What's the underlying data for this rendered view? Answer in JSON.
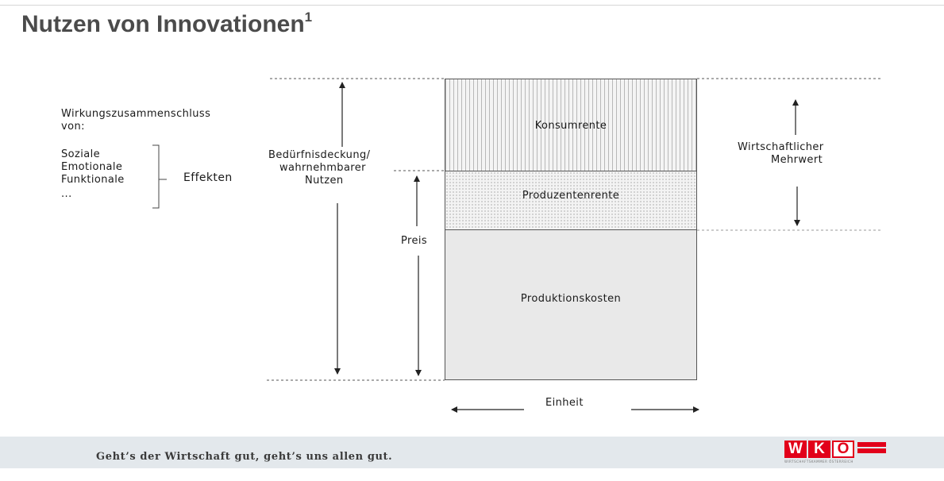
{
  "slide": {
    "title": "Nutzen von Innovationen",
    "title_footnote": "1"
  },
  "left_panel": {
    "heading_line1": "Wirkungszusammenschluss",
    "heading_line2": "von:",
    "items": [
      "Soziale",
      "Emotionale",
      "Funktionale",
      "..."
    ],
    "bracket_label": "Effekten"
  },
  "diagram": {
    "need_label_line1": "Bedürfnisdeckung/",
    "need_label_line2": "wahrnehmbarer",
    "need_label_line3": "Nutzen",
    "price_label": "Preis",
    "segments": {
      "consumer_surplus": "Konsumrente",
      "producer_surplus": "Produzentenrente",
      "production_costs": "Produktionskosten"
    },
    "value_added_line1": "Wirtschaftlicher",
    "value_added_line2": "Mehrwert",
    "unit_label": "Einheit"
  },
  "footer": {
    "slogan": "Geht’s der Wirtschaft gut, geht’s uns allen gut.",
    "logo_letters": [
      "W",
      "K",
      "O"
    ],
    "logo_subtitle": "WIRTSCHAFTSKAMMER ÖSTERREICH"
  },
  "colors": {
    "title": "#4b4b4b",
    "footer_band": "#e3e8ec",
    "logo_red": "#e2001a"
  }
}
